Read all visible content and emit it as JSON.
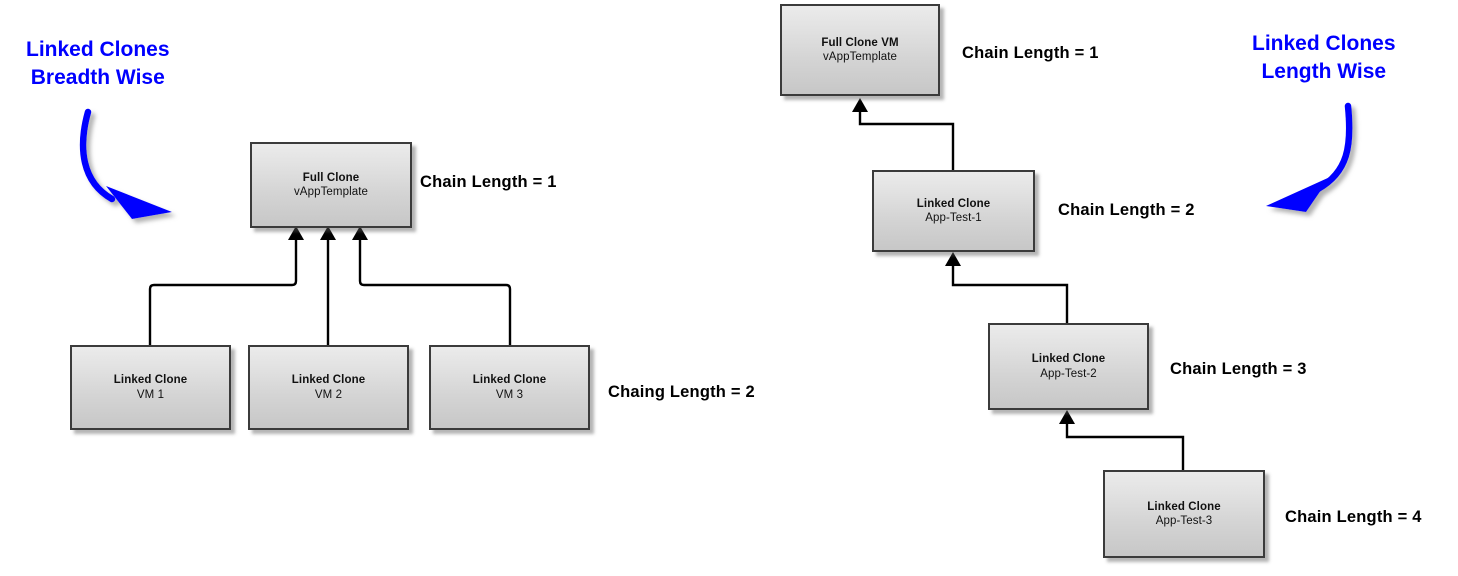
{
  "diagram": {
    "title_hidden": "",
    "background": "#ffffff",
    "accent_blue": "#0000ff",
    "box_border": "#3b3b3b"
  },
  "annotations": [
    {
      "id": "breadth-wise",
      "line1": "Linked Clones",
      "line2": "Breadth Wise",
      "arrow": "curved-arrow-down-right",
      "color": "#0000ff"
    },
    {
      "id": "length-wise",
      "line1": "Linked Clones",
      "line2": "Length Wise",
      "arrow": "curved-arrow-down-left",
      "color": "#0000ff"
    }
  ],
  "left_diagram": {
    "name": "linked-clones-breadth-wise",
    "root": {
      "title": "Full Clone",
      "subtitle": "vAppTemplate"
    },
    "children": [
      {
        "title": "Linked Clone",
        "subtitle": "VM 1"
      },
      {
        "title": "Linked Clone",
        "subtitle": "VM 2"
      },
      {
        "title": "Linked Clone",
        "subtitle": "VM 3"
      }
    ],
    "labels": [
      {
        "text": "Chain Length = 1"
      },
      {
        "text": "Chaing Length = 2"
      }
    ]
  },
  "right_diagram": {
    "name": "linked-clones-length-wise",
    "nodes": [
      {
        "title": "Full Clone VM",
        "subtitle": "vAppTemplate",
        "label": "Chain Length = 1"
      },
      {
        "title": "Linked Clone",
        "subtitle": "App-Test-1",
        "label": "Chain Length = 2"
      },
      {
        "title": "Linked Clone",
        "subtitle": "App-Test-2",
        "label": "Chain Length = 3"
      },
      {
        "title": "Linked Clone",
        "subtitle": "App-Test-3",
        "label": "Chain Length = 4"
      }
    ]
  }
}
